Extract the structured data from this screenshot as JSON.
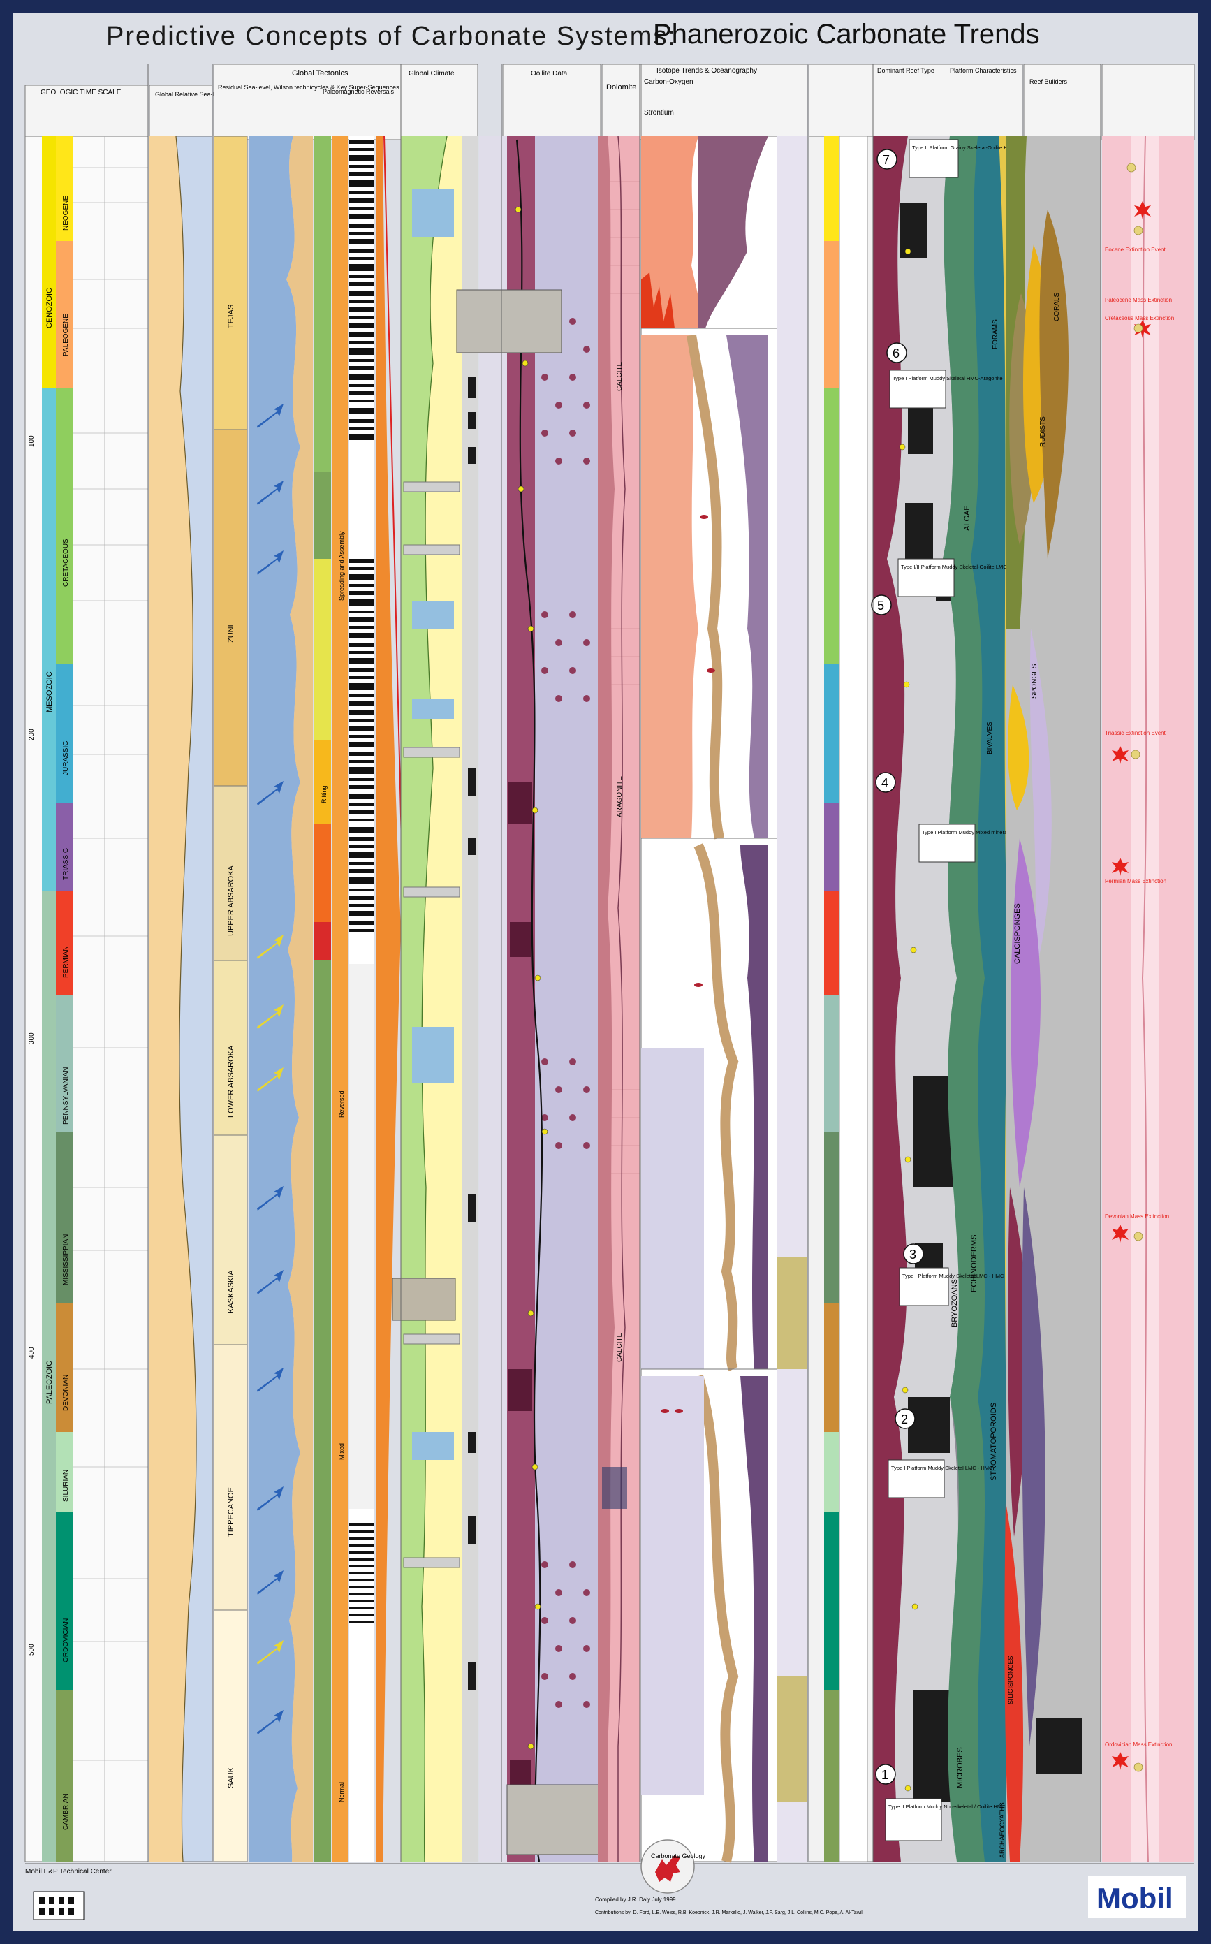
{
  "title": {
    "left": "Predictive Concepts of Carbonate Systems:",
    "right": "Phanerozoic Carbonate Trends"
  },
  "columns": {
    "time_scale": "GEOLOGIC TIME SCALE",
    "sea_level": "Global Relative Sea-Level",
    "tectonics": "Global Tectonics",
    "sequences": "Residual Sea-level, Wilson technicycles & Key Super-Sequences",
    "paleomag": "Paleomagnetic Reversals",
    "climate": "Global Climate",
    "ooids": "Ooilite Data",
    "dolomite": "Dolomite",
    "isotopes": "Isotope Trends & Oceanography",
    "carbon_oxygen": "Carbon-Oxygen",
    "strontium": "Strontium",
    "reef_types": "Dominant Reef Type",
    "platform": "Platform Characteristics",
    "reef_builders": "Reef Builders"
  },
  "eras": [
    "CENOZOIC",
    "MESOZOIC",
    "PALEOZOIC"
  ],
  "periods": [
    "NEOGENE",
    "PALEOGENE",
    "CRETACEOUS",
    "JURASSIC",
    "TRIASSIC",
    "PERMIAN",
    "PENNSYLVANIAN",
    "MISSISSIPPIAN",
    "DEVONIAN",
    "SILURIAN",
    "ORDOVICIAN",
    "CAMBRIAN"
  ],
  "age_ticks": [
    "100",
    "200",
    "300",
    "400",
    "500"
  ],
  "supersequences": [
    "TEJAS",
    "ZUNI",
    "UPPER ABSAROKA",
    "LOWER ABSAROKA",
    "KASKASKIA",
    "TIPPECANOE",
    "SAUK"
  ],
  "tectonic_phases": [
    "Spreading and Assembly",
    "Rifting",
    "Reversed",
    "Mixed",
    "Normal"
  ],
  "dolomite_labels": [
    "CALCITE",
    "ARAGONITE",
    "CALCITE"
  ],
  "platform_types": [
    {
      "num": "7",
      "text": "Type II Platform Grainy Skeletal-Ooilite HMC-Aragonite"
    },
    {
      "num": "6",
      "text": "Type I Platform Muddy Skeletal HMC-Aragonite"
    },
    {
      "num": "5",
      "text": "Type I/II Platform Muddy Skeletal-Ooilite LMC"
    },
    {
      "num": "4",
      "text": "Type I Platform Muddy Mixed mineralogy"
    },
    {
      "num": "3",
      "text": "Type I Platform Muddy Skeletal LMC - HMC"
    },
    {
      "num": "2",
      "text": "Type I Platform Muddy Skeletal LMC - HMC"
    },
    {
      "num": "1",
      "text": "Type II Platform Muddy Non-skeletal / Ooilite HMC - Aragonite"
    }
  ],
  "reef_biota": [
    "ALGAE",
    "FORAMS",
    "CORALS",
    "RUDISTS",
    "BIVALVES",
    "SPONGES",
    "STROMATOPOROIDS",
    "BRYOZOANS",
    "ECHINODERMS",
    "CALCISPONGES",
    "MICROBES",
    "ARCHAEOCYATHS",
    "SILICISPONGES"
  ],
  "extinction_events": [
    "Eocene Extinction Event",
    "Paleocene Mass Extinction",
    "Cretaceous Mass Extinction",
    "Triassic Extinction Event",
    "Permian Mass Extinction",
    "Devonian Mass Extinction",
    "Ordovician Mass Extinction"
  ],
  "footer": {
    "center_logo": "Carbonate Geology",
    "compiled": "Compiled by J.R. Daly July 1999",
    "contributors": "Contributions by: D. Ford, L.E. Weiss, R.B. Koepnick, J.R. Markello, J. Walker, J.F. Sarg, J.L. Collins, M.C. Pope, A. Al-Tawil",
    "left_logo": "Mobil E&P Technical Center",
    "brand": "Mobil"
  },
  "colors": {
    "frame": "#1b2a57",
    "paper": "#dcdfe6",
    "brand_blue": "#1a3a9a",
    "brand_red": "#d0202a"
  }
}
